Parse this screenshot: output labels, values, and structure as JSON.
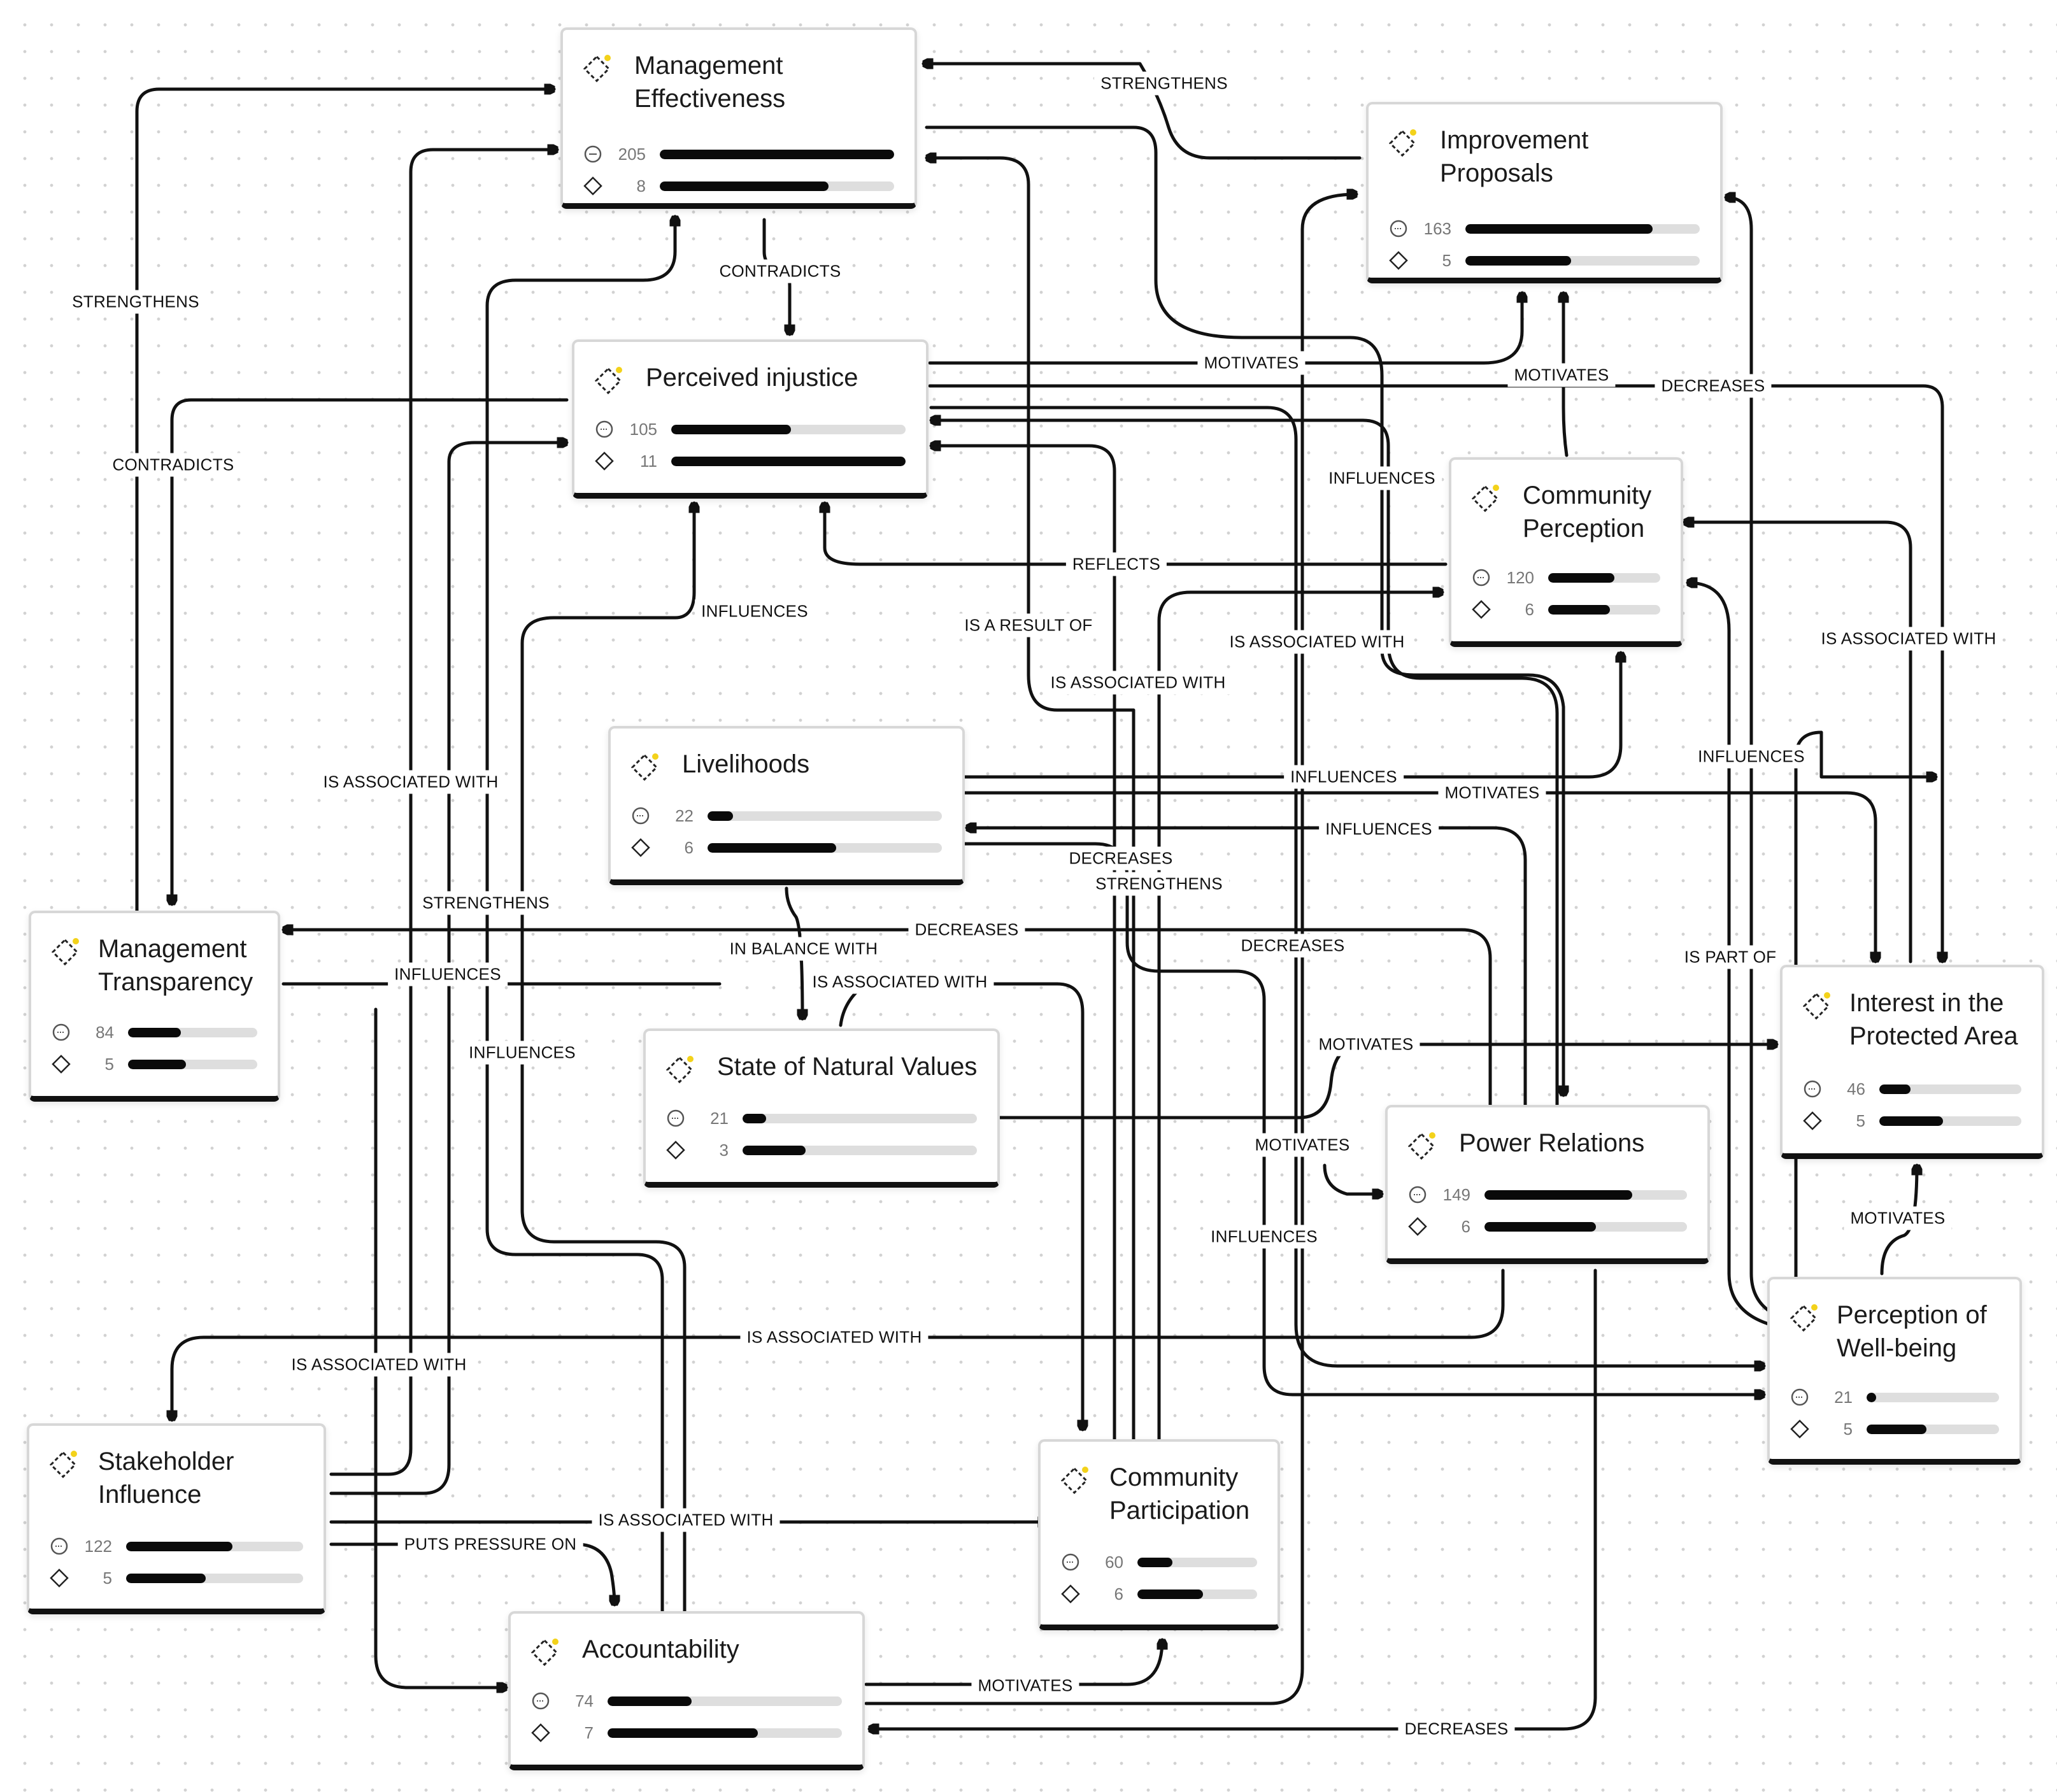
{
  "accent_color": "#f3d21a",
  "icons": {
    "node": "dashed-diamond-node-icon",
    "count1": "circle-mention-icon",
    "count2": "diamond-icon"
  },
  "nodes": {
    "management_effectiveness": {
      "title": "Management Effectiveness",
      "count1": "205",
      "count2": "8",
      "fill1": 1.0,
      "fill2": 0.72
    },
    "improvement_proposals": {
      "title": "Improvement Proposals",
      "count1": "163",
      "count2": "5",
      "fill1": 0.8,
      "fill2": 0.45
    },
    "perceived_injustice": {
      "title": "Perceived injustice",
      "count1": "105",
      "count2": "11",
      "fill1": 0.51,
      "fill2": 1.0
    },
    "community_perception": {
      "title": "Community Perception",
      "count1": "120",
      "count2": "6",
      "fill1": 0.59,
      "fill2": 0.55
    },
    "livelihoods": {
      "title": "Livelihoods",
      "count1": "22",
      "count2": "6",
      "fill1": 0.11,
      "fill2": 0.55
    },
    "management_transparency": {
      "title": "Management Transparency",
      "count1": "84",
      "count2": "5",
      "fill1": 0.41,
      "fill2": 0.45
    },
    "state_of_natural_values": {
      "title": "State of Natural Values",
      "count1": "21",
      "count2": "3",
      "fill1": 0.1,
      "fill2": 0.27
    },
    "interest_protected_area": {
      "title": "Interest in the Protected Area",
      "count1": "46",
      "count2": "5",
      "fill1": 0.22,
      "fill2": 0.45
    },
    "power_relations": {
      "title": "Power Relations",
      "count1": "149",
      "count2": "6",
      "fill1": 0.73,
      "fill2": 0.55
    },
    "perception_wellbeing": {
      "title": "Perception of Well-being",
      "count1": "21",
      "count2": "5",
      "fill1": 0.07,
      "fill2": 0.45
    },
    "stakeholder_influence": {
      "title": "Stakeholder Influence",
      "count1": "122",
      "count2": "5",
      "fill1": 0.6,
      "fill2": 0.45
    },
    "community_participation": {
      "title": "Community Participation",
      "count1": "60",
      "count2": "6",
      "fill1": 0.29,
      "fill2": 0.55
    },
    "accountability": {
      "title": "Accountability",
      "count1": "74",
      "count2": "7",
      "fill1": 0.36,
      "fill2": 0.64
    }
  },
  "edges": {
    "e01": "STRENGTHENS",
    "e02": "STRENGTHENS",
    "e03": "CONTRADICTS",
    "e04": "CONTRADICTS",
    "e05": "MOTIVATES",
    "e06": "MOTIVATES",
    "e07": "DECREASES",
    "e08": "INFLUENCES",
    "e09": "REFLECTS",
    "e10": "IS ASSOCIATED WITH",
    "e11": "IS A RESULT OF",
    "e12": "IS ASSOCIATED WITH",
    "e13": "INFLUENCES",
    "e14": "IS ASSOCIATED WITH",
    "e15": "IS ASSOCIATED WITH",
    "e16": "INFLUENCES",
    "e17": "MOTIVATES",
    "e18": "INFLUENCES",
    "e19": "INFLUENCES",
    "e20": "DECREASES",
    "e21": "STRENGTHENS",
    "e22": "STRENGTHENS",
    "e23": "DECREASES",
    "e24": "IN BALANCE WITH",
    "e25": "INFLUENCES",
    "e26": "IS ASSOCIATED WITH",
    "e27": "DECREASES",
    "e28": "IS PART OF",
    "e29": "INFLUENCES",
    "e30": "MOTIVATES",
    "e31": "MOTIVATES",
    "e32": "INFLUENCES",
    "e33": "MOTIVATES",
    "e34": "IS ASSOCIATED WITH",
    "e35": "IS ASSOCIATED WITH",
    "e36": "IS ASSOCIATED WITH",
    "e37": "PUTS PRESSURE ON",
    "e38": "MOTIVATES",
    "e39": "DECREASES"
  }
}
